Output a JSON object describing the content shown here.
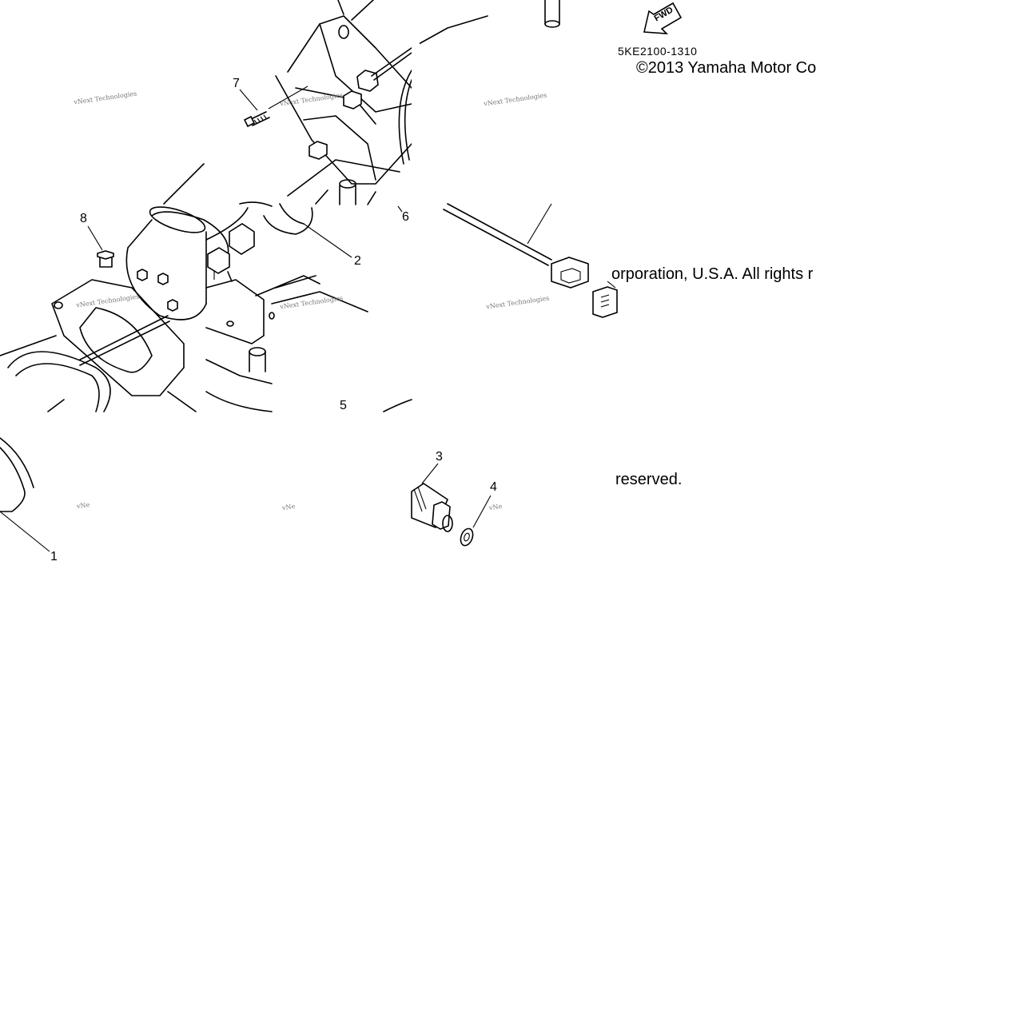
{
  "diagram": {
    "drawing_code": "5KE2100-1310",
    "fwd_label": "FWD",
    "copyright_line1": "©2013 Yamaha Motor Co",
    "copyright_line2": "orporation, U.S.A. All rights r",
    "copyright_line3": "reserved.",
    "watermark_text": "vNext Technologies",
    "watermark_cut": "vNe",
    "callouts": [
      {
        "id": "1",
        "label": "1"
      },
      {
        "id": "2",
        "label": "2"
      },
      {
        "id": "3",
        "label": "3"
      },
      {
        "id": "4",
        "label": "4"
      },
      {
        "id": "5",
        "label": "5"
      },
      {
        "id": "6",
        "label": "6"
      },
      {
        "id": "7",
        "label": "7"
      },
      {
        "id": "8",
        "label": "8"
      }
    ],
    "colors": {
      "line": "#000000",
      "watermark": "#777777",
      "background": "#ffffff"
    }
  }
}
